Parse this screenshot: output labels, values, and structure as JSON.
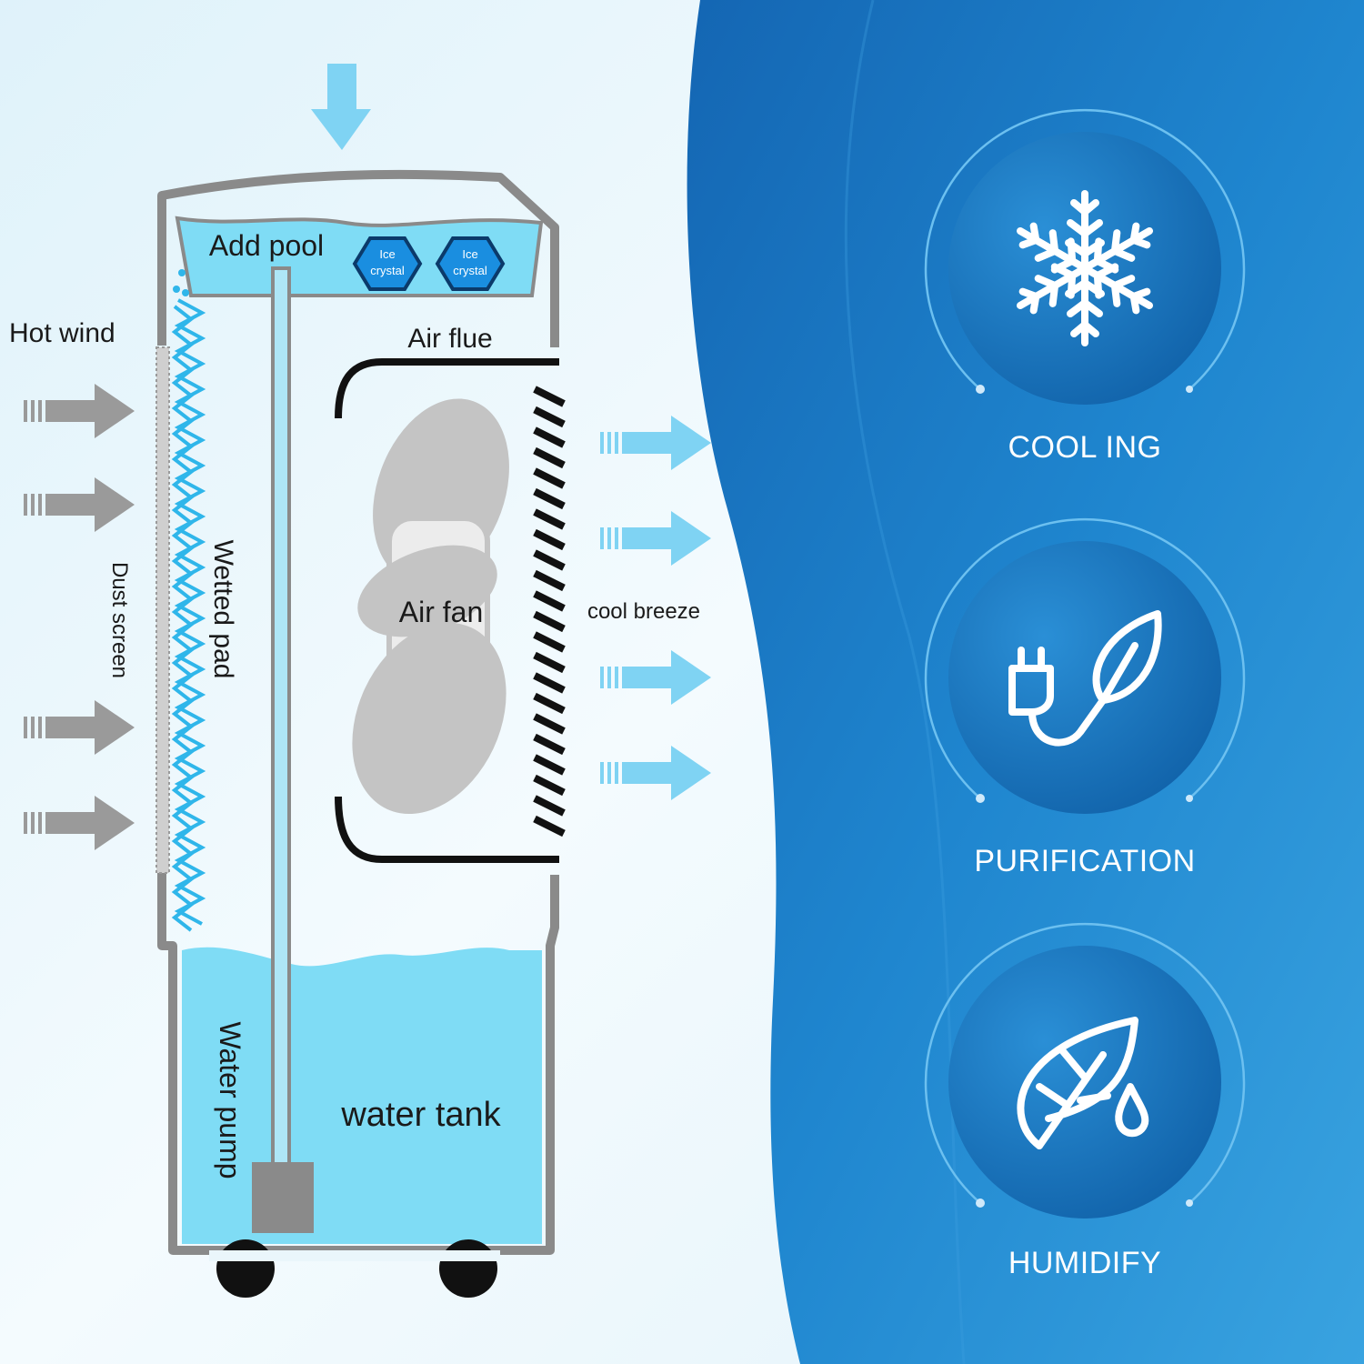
{
  "diagram": {
    "labels": {
      "add_pool": "Add pool",
      "ice_crystal_1": [
        "Ice",
        "crystal"
      ],
      "ice_crystal_2": [
        "Ice",
        "crystal"
      ],
      "air_flue": "Air flue",
      "hot_wind": "Hot wind",
      "dust_screen": "Dust screen",
      "wetted_pad": "Wetted pad",
      "air_fan": "Air fan",
      "cool_breeze": "cool breeze",
      "water_tank": "water tank",
      "water_pump": "Water pump"
    },
    "ice": {
      "l1": "Ice",
      "l2": "crystal"
    }
  },
  "features": [
    {
      "label": "COOL ING",
      "icon": "snowflake-icon"
    },
    {
      "label": "PURIFICATION",
      "icon": "plug-leaf-icon"
    },
    {
      "label": "HUMIDIFY",
      "icon": "leaf-drop-icon"
    }
  ],
  "colors": {
    "background_light": "#eaf6fb",
    "panel_blue": "#1a78c2",
    "water": "#7fdcf5",
    "shell_gray": "#8a8a8a",
    "arrow_blue": "#7fd3f3",
    "arrow_gray": "#9a9a9a"
  }
}
